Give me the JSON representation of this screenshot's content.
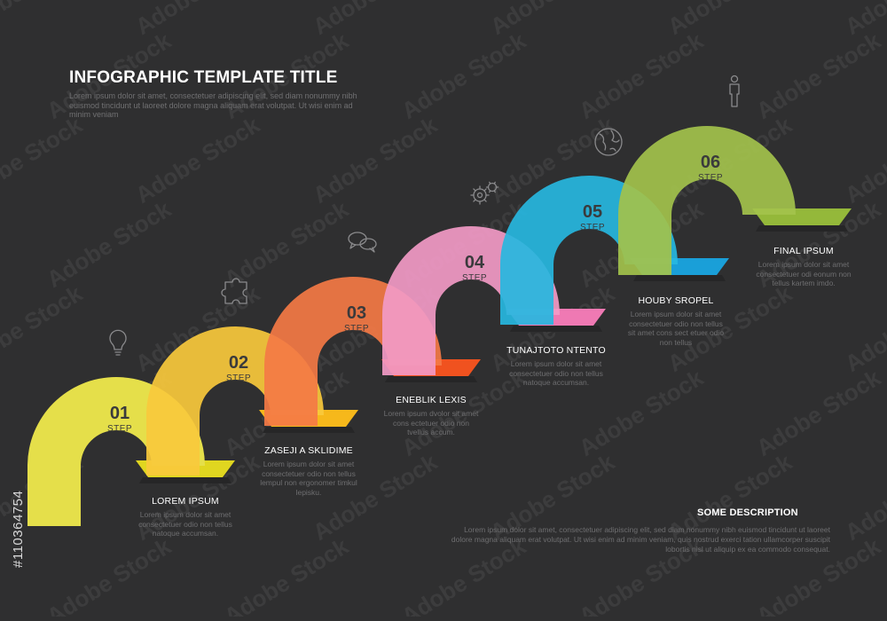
{
  "header": {
    "title": "INFOGRAPHIC TEMPLATE TITLE",
    "intro": "Lorem ipsum dolor sit amet, consectetuer adipiscing elit, sed diam nonummy nibh euismod tincidunt ut laoreet dolore magna aliquam erat volutpat. Ut wisi enim ad minim veniam"
  },
  "steps": [
    {
      "number": "01",
      "step_label": "STEP",
      "title": "LOREM IPSUM",
      "text": "Lorem ipsum dolor sit amet consectetuer odio non tellus natoque accumsan.",
      "color": "#e5df4a",
      "icon": "lightbulb-icon"
    },
    {
      "number": "02",
      "step_label": "STEP",
      "title": "ZASEJI A SKLIDIME",
      "text": "Lorem ipsum dolor sit amet consectetuer odio non tellus lempul non ergonomer timkul lepisku.",
      "color": "#f9c93c",
      "icon": "puzzle-icon"
    },
    {
      "number": "03",
      "step_label": "STEP",
      "title": "ENEBLIK LEXIS",
      "text": "Lorem ipsum dvolor sit amet cons ectetuer odio non tvellus accum.",
      "color": "#f47a45",
      "icon": "chat-bubbles-icon"
    },
    {
      "number": "04",
      "step_label": "STEP",
      "title": "TUNAJTOTO NTENTO",
      "text": "Lorem ipsum dolor sit amet consectetuer odio non tellus natoque accumsan.",
      "color": "#f29ac6",
      "icon": "gears-icon"
    },
    {
      "number": "05",
      "step_label": "STEP",
      "title": "HOUBY SROPEL",
      "text": "Lorem ipsum dolor sit amet consectetuer odio non tellus sit amet cons sect etuer odio non tellus",
      "color": "#27b7e0",
      "icon": "globe-icon"
    },
    {
      "number": "06",
      "step_label": "STEP",
      "title": "FINAL IPSUM",
      "text": "Lorem ipsum dolor sit amet consectetuer odi eonum non tellus kartem imdo.",
      "color": "#a3c24c",
      "icon": "person-icon"
    }
  ],
  "ledge_colors": [
    "#e0d620",
    "#f6b81b",
    "#f0521f",
    "#ef79b3",
    "#1a9fd8",
    "#94b83a"
  ],
  "description": {
    "title": "SOME DESCRIPTION",
    "text": "Lorem ipsum dolor sit amet, consectetuer adipiscing elit, sed diam nonummy nibh euismod tincidunt ut laoreet dolore magna aliquam erat volutpat. Ut wisi enim ad minim veniam, quis nostrud exerci tation ullamcorper suscipit lobortis nisl ut aliquip ex ea commodo consequat."
  },
  "watermark": {
    "text": "Adobe Stock",
    "id": "#110364754"
  },
  "colors": {
    "background": "#2f2f30",
    "number_text": "#3a3a3c",
    "line_icon": "#8a8a8c"
  }
}
